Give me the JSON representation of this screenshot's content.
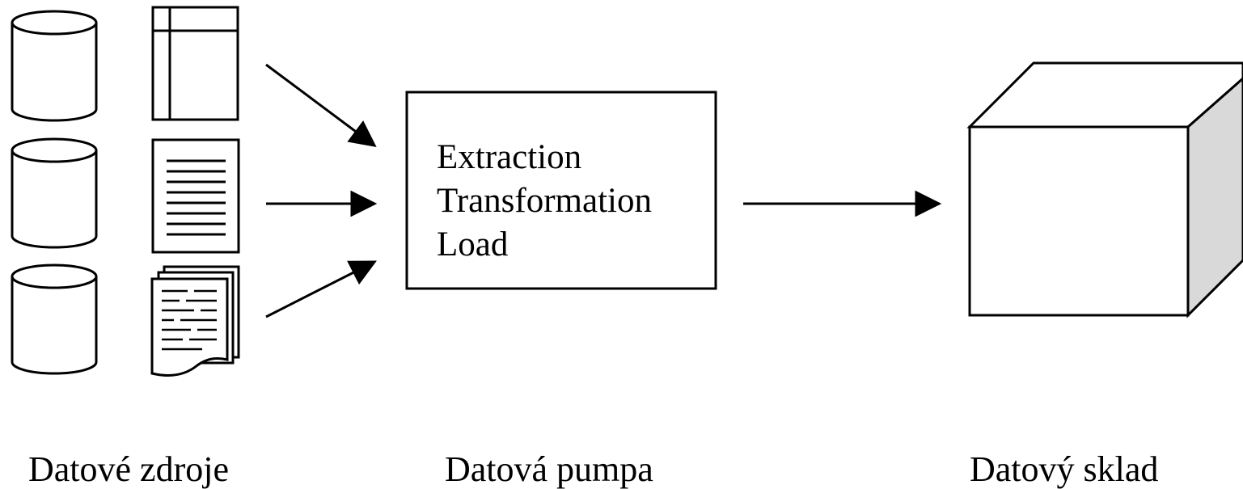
{
  "pump_box": {
    "lines": [
      "Extraction",
      "Transformation",
      "Load"
    ]
  },
  "captions": {
    "sources": "Datové zdroje",
    "pump": "Datová pumpa",
    "warehouse": "Datový sklad"
  },
  "icons": {
    "sources": [
      "database-cylinder-icon",
      "spreadsheet-document-icon",
      "text-document-icon",
      "multiple-documents-icon"
    ],
    "warehouse": "cube-icon",
    "flow": "arrow-icon"
  },
  "colors": {
    "stroke": "#000000",
    "background": "#ffffff",
    "cube_side": "#d9d9d9"
  }
}
